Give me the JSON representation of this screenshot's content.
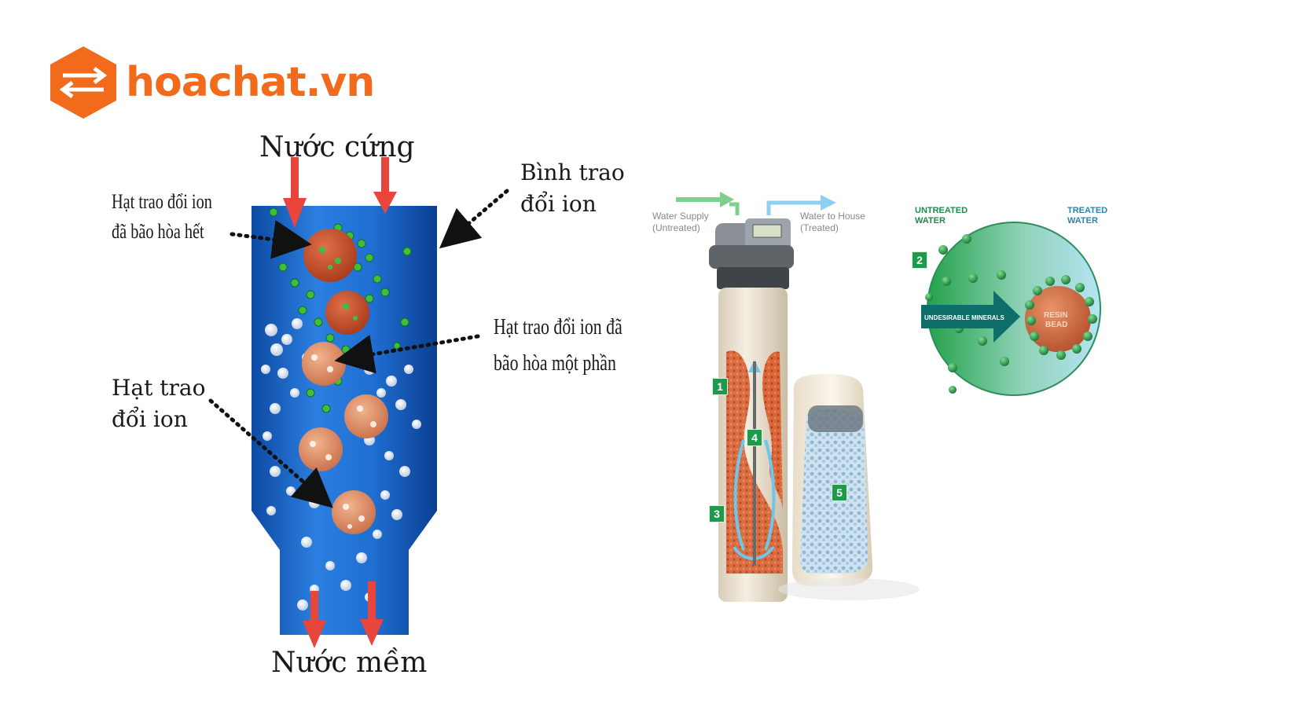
{
  "brand": {
    "name": "hoachat.vn",
    "color": "#f26b1d"
  },
  "left_diagram": {
    "top_label": "Nước cứng",
    "bottom_label": "Nước mềm",
    "vessel_label_line1": "Bình trao",
    "vessel_label_line2": "đổi ion",
    "saturated_label_line1": "Hạt trao đổi ion",
    "saturated_label_line2": "đã bão hòa hết",
    "partial_label_line1": "Hạt trao đổi ion đã",
    "partial_label_line2": "bão hòa một phần",
    "bead_label_line1": "Hạt trao",
    "bead_label_line2": "đổi ion",
    "colors": {
      "vessel": "#1565c8",
      "arrow": "#e8453c",
      "bead": "#c8502a"
    }
  },
  "softener": {
    "supply_line1": "Water Supply",
    "supply_line2": "(Untreated)",
    "house_line1": "Water to House",
    "house_line2": "(Treated)",
    "steps": [
      "1",
      "2",
      "3",
      "4",
      "5"
    ],
    "colors": {
      "supply_arrow": "#7fcf8e",
      "house_arrow": "#8fd0f0"
    }
  },
  "resin_inset": {
    "untreated_line1": "UNTREATED",
    "untreated_line2": "WATER",
    "treated_line1": "TREATED",
    "treated_line2": "WATER",
    "arrow_label": "UNDESIRABLE MINERALS",
    "bead_line1": "RESIN",
    "bead_line2": "BEAD"
  }
}
